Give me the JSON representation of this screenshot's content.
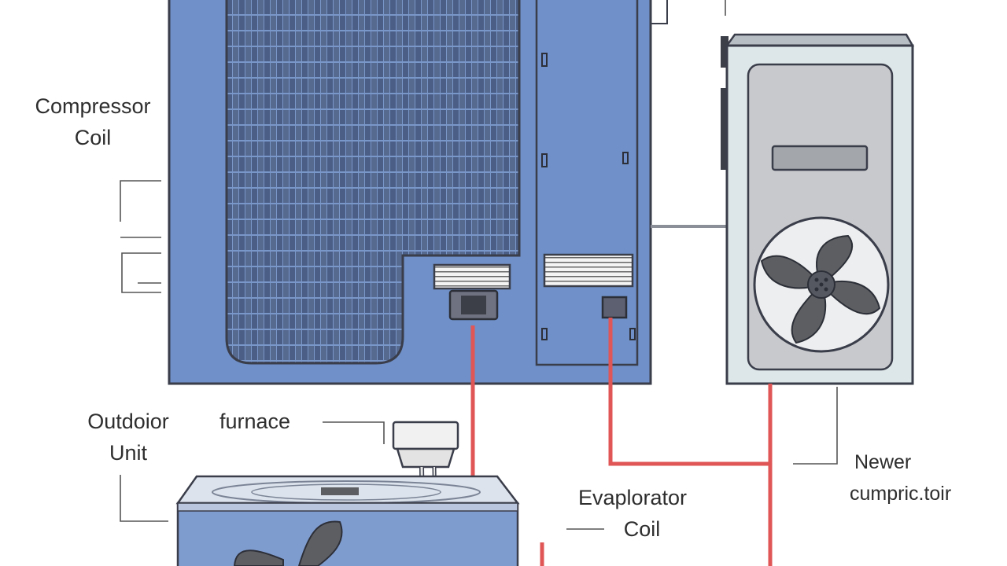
{
  "labels": {
    "compressor_coil": [
      "Compressor",
      "Coil"
    ],
    "outdoor_unit": [
      "Outdoior",
      "Unit"
    ],
    "furnace": "furnace",
    "evaporator_coil": [
      "Evaplorator",
      "Coil"
    ],
    "newer_compressor": [
      "Newer",
      "cumpric.toir"
    ]
  },
  "colors": {
    "blue_panel": "#6f90c8",
    "outline": "#3a3d4a",
    "fin_dark": "#4b5f86",
    "refrigerant_line": "#e05656",
    "unit_casing": "#dde6e8",
    "unit_face": "#c7c9cc",
    "fan_blade": "#5c5e62",
    "leader_line": "#555555"
  }
}
